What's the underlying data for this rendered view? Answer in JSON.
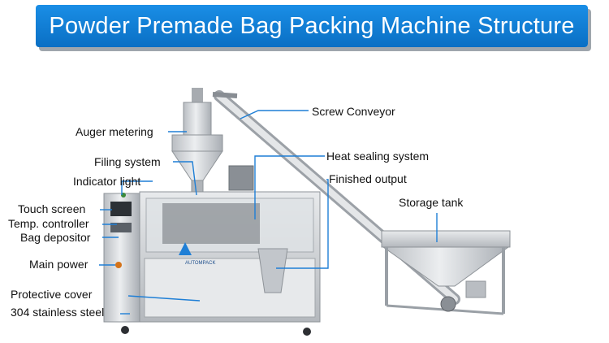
{
  "header": {
    "title": "Powder Premade Bag Packing Machine Structure"
  },
  "logo": {
    "text": "AUTOMPACK"
  },
  "callouts": {
    "screw_conveyor": "Screw Conveyor",
    "auger_metering": "Auger metering",
    "heat_sealing": "Heat sealing system",
    "filing_system": "Filing system",
    "finished_output": "Finished output",
    "indicator_light": "Indicator light",
    "storage_tank": "Storage tank",
    "touch_screen": "Touch screen",
    "temp_controller": "Temp. controller",
    "bag_depositor": "Bag depositor",
    "main_power": "Main power",
    "protective_cover": "Protective cover",
    "stainless_steel": "304 stainless steel"
  },
  "colors": {
    "banner": "#1a8ee6",
    "leader_line": "#1f7fd6",
    "steel": "#c9ccd0"
  }
}
